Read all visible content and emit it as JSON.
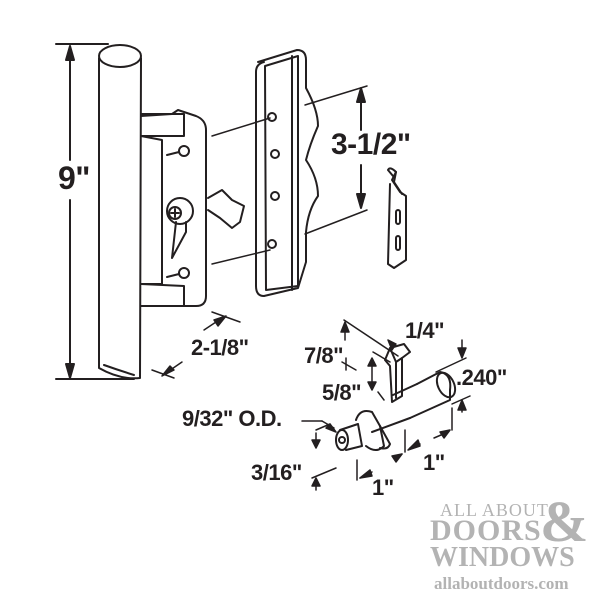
{
  "diagram": {
    "subject": "sliding door handle set with keeper and latch",
    "colors": {
      "line": "#231f20",
      "logo": "#b3b3b3",
      "background": "#ffffff"
    },
    "dimensions": {
      "handle_length": "9\"",
      "hole_spacing": "3-1/2\"",
      "handle_depth": "2-1/8\"",
      "latch_top": "1/4\"",
      "latch_hook_height": "7/8\"",
      "latch_hook_lower": "5/8\"",
      "latch_diameter": ".240\"",
      "spindle_od": "9/32\" O.D.",
      "tip_diameter": "3/16\"",
      "length_a": "1\"",
      "length_b": "1\""
    },
    "parts": [
      "handle",
      "inside-pull",
      "keeper",
      "latch-assembly"
    ]
  },
  "watermark": {
    "line1": "ALL ABOUT",
    "line2": "DOORS",
    "ampersand": "&",
    "line3": "WINDOWS",
    "url": "allaboutdoors.com"
  }
}
